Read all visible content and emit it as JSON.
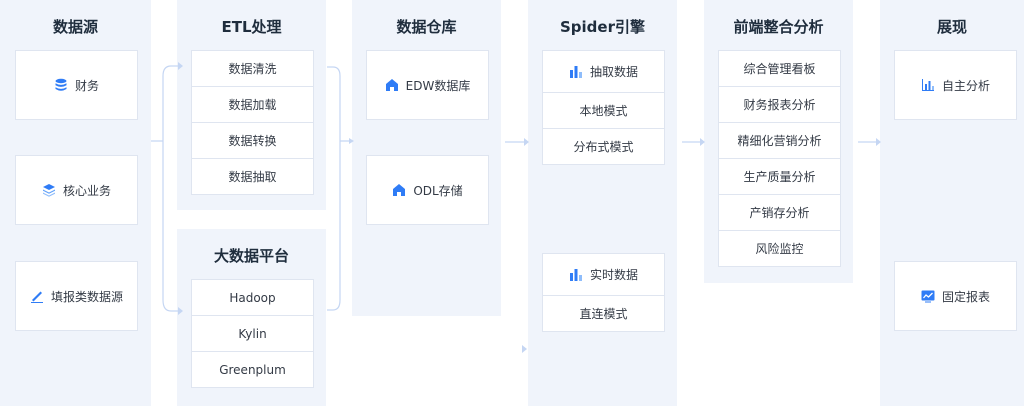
{
  "colors": {
    "accent": "#2f7cf6",
    "column_bg": "#f0f4fb",
    "connector": "#c5d6f3"
  },
  "datasource": {
    "title": "数据源",
    "items": [
      {
        "label": "财务",
        "icon": "database-icon"
      },
      {
        "label": "核心业务",
        "icon": "layers-icon"
      },
      {
        "label": "填报类数据源",
        "icon": "pen-icon"
      }
    ]
  },
  "etl": {
    "title": "ETL处理",
    "items": [
      "数据清洗",
      "数据加载",
      "数据转换",
      "数据抽取"
    ]
  },
  "bigdata": {
    "title": "大数据平台",
    "items": [
      "Hadoop",
      "Kylin",
      "Greenplum"
    ]
  },
  "warehouse": {
    "title": "数据仓库",
    "items": [
      {
        "label": "EDW数据库",
        "icon": "home-icon"
      },
      {
        "label": "ODL存储",
        "icon": "home-icon"
      }
    ]
  },
  "spider": {
    "title": "Spider引擎",
    "group1": {
      "header": "抽取数据",
      "icon": "bar-chart-icon",
      "items": [
        "本地模式",
        "分布式模式"
      ]
    },
    "group2": {
      "header": "实时数据",
      "icon": "bar-chart-icon",
      "items": [
        "直连模式"
      ]
    }
  },
  "frontend": {
    "title": "前端整合分析",
    "items": [
      "综合管理看板",
      "财务报表分析",
      "精细化营销分析",
      "生产质量分析",
      "产销存分析",
      "风险监控"
    ]
  },
  "display": {
    "title": "展现",
    "items": [
      {
        "label": "自主分析",
        "icon": "column-chart-icon"
      },
      {
        "label": "固定报表",
        "icon": "line-chart-icon"
      }
    ]
  }
}
